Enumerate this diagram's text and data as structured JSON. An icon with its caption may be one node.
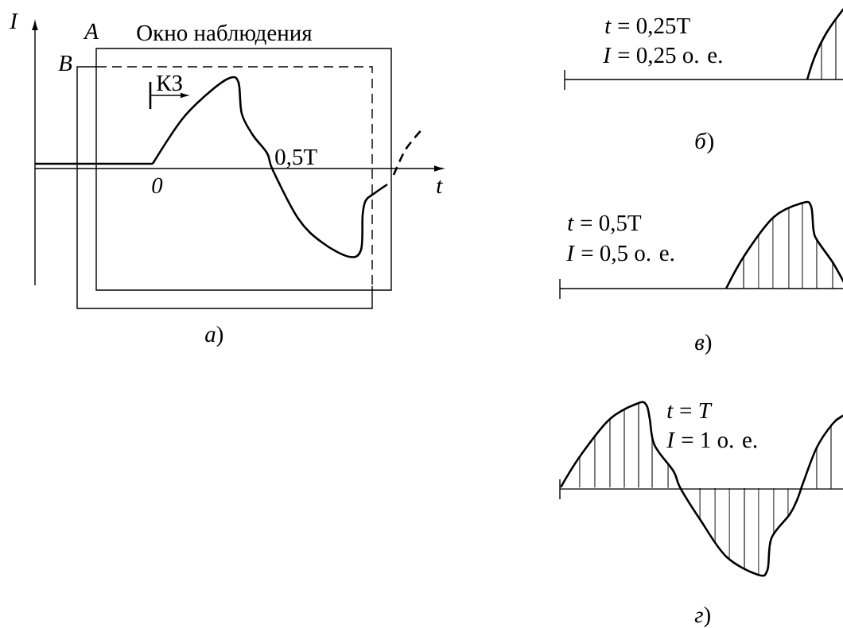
{
  "diagram": {
    "labels": [
      "I",
      "A",
      "Окно наблюдения",
      "B",
      "КЗ",
      "0,5T",
      "0",
      "t",
      "*а*)",
      "*t* = 0,25T",
      "*I* = 0,25 о. е.",
      "*б*)",
      "*t* = 0,5T",
      "*I* = 0,5 о. е.",
      "*в*)",
      "*t* = *T*",
      "*I* = 1 о. е.",
      "*г*)"
    ]
  }
}
